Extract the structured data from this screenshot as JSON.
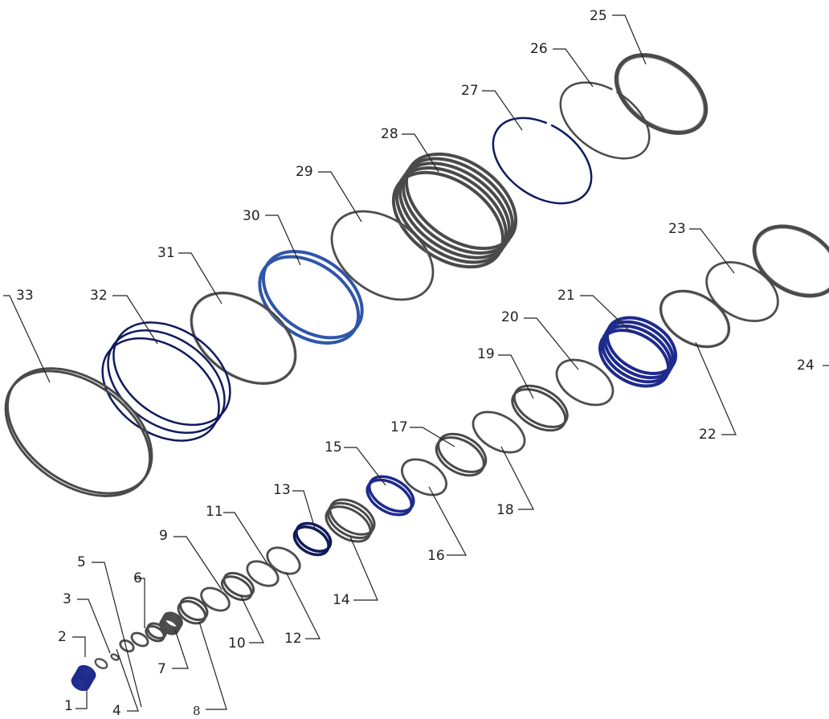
{
  "colors": {
    "gray": "#4a4a4a",
    "gray_light": "#8a8a8a",
    "blue": "#1e2a8c",
    "blue_mid": "#2f56a8",
    "navy": "#101a5c",
    "label": "#222222"
  },
  "parts": [
    {
      "num": "1",
      "kind": "spring"
    },
    {
      "num": "2",
      "kind": "ring"
    },
    {
      "num": "3",
      "kind": "ring"
    },
    {
      "num": "4",
      "kind": "ring"
    },
    {
      "num": "5",
      "kind": "ring"
    },
    {
      "num": "6",
      "kind": "ring"
    },
    {
      "num": "7",
      "kind": "spring"
    },
    {
      "num": "8",
      "kind": "double-ring"
    },
    {
      "num": "9",
      "kind": "ring"
    },
    {
      "num": "10",
      "kind": "double-ring"
    },
    {
      "num": "11",
      "kind": "ring"
    },
    {
      "num": "12",
      "kind": "ring"
    },
    {
      "num": "13",
      "kind": "double-ring"
    },
    {
      "num": "14",
      "kind": "spring"
    },
    {
      "num": "15",
      "kind": "double-ring"
    },
    {
      "num": "16",
      "kind": "ring"
    },
    {
      "num": "17",
      "kind": "double-ring"
    },
    {
      "num": "18",
      "kind": "ring"
    },
    {
      "num": "19",
      "kind": "double-ring"
    },
    {
      "num": "20",
      "kind": "ring"
    },
    {
      "num": "21",
      "kind": "spring"
    },
    {
      "num": "22",
      "kind": "ring"
    },
    {
      "num": "23",
      "kind": "ring"
    },
    {
      "num": "24",
      "kind": "ring"
    },
    {
      "num": "25",
      "kind": "ring"
    },
    {
      "num": "26",
      "kind": "split-ring"
    },
    {
      "num": "27",
      "kind": "split-ring"
    },
    {
      "num": "28",
      "kind": "spring"
    },
    {
      "num": "29",
      "kind": "ring"
    },
    {
      "num": "30",
      "kind": "double-ring"
    },
    {
      "num": "31",
      "kind": "ring"
    },
    {
      "num": "32",
      "kind": "spring"
    },
    {
      "num": "33",
      "kind": "double-ring"
    }
  ]
}
